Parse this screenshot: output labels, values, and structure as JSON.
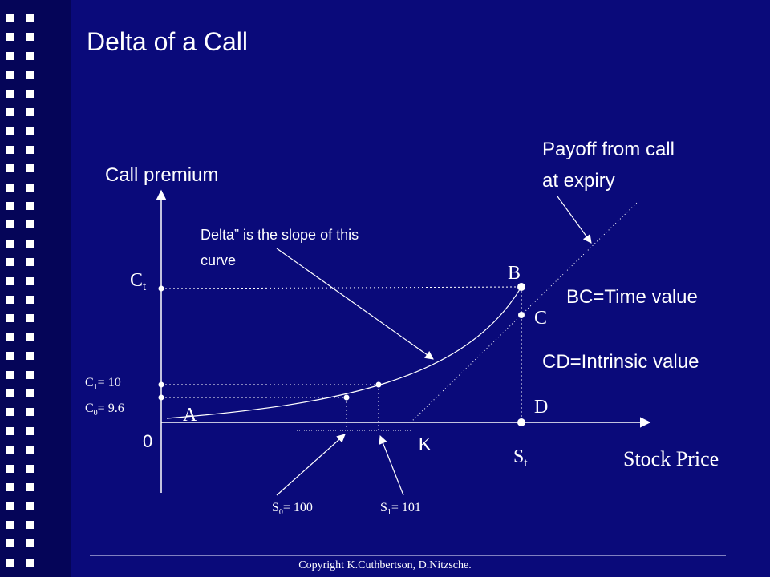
{
  "slide": {
    "title": "Delta of a Call",
    "footer": "Copyright K.Cuthbertson, D.Nitzsche."
  },
  "diagram": {
    "y_axis_label": "Call premium",
    "x_axis_label": "Stock Price",
    "origin_label": "0",
    "payoff_label_line1": "Payoff from call",
    "payoff_label_line2": "at expiry",
    "delta_label_line1": "Delta” is the slope of this",
    "delta_label_line2": "curve",
    "ct": {
      "main": "C",
      "sub": "t"
    },
    "c1": {
      "main": "C",
      "sub": "1",
      "rest": "= 10"
    },
    "c0": {
      "main": "C",
      "sub": "0",
      "rest": "= 9.6"
    },
    "s0": {
      "main": "S",
      "sub": "0",
      "rest": "= 100"
    },
    "s1": {
      "main": "S",
      "sub": "1",
      "rest": "= 101"
    },
    "st": {
      "main": "S",
      "sub": "t"
    },
    "point_a": "A",
    "point_b": "B",
    "point_c": "C",
    "point_d": "D",
    "point_k": "K",
    "bc_label": "BC=Time value",
    "cd_label": "CD=Intrinsic value"
  },
  "colors": {
    "background": "#0a0a7a",
    "side_band": "#050558",
    "foreground": "#ffffff"
  }
}
